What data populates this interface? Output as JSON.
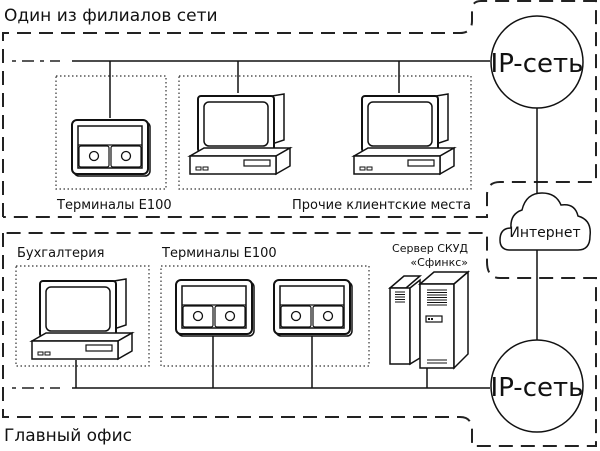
{
  "diagram": {
    "branch": {
      "title": "Один из филиалов сети",
      "groups": [
        {
          "label": "Терминалы E100",
          "devices": [
            "terminal"
          ]
        },
        {
          "label": "Прочие клиентские места",
          "devices": [
            "workstation",
            "workstation"
          ]
        }
      ],
      "network_node": "IP-сеть"
    },
    "internet": {
      "label": "Интернет"
    },
    "main_office": {
      "title": "Главный офис",
      "groups": [
        {
          "label": "Бухгалтерия",
          "devices": [
            "workstation"
          ]
        },
        {
          "label": "Терминалы E100",
          "devices": [
            "terminal",
            "terminal"
          ]
        },
        {
          "label_line1": "Сервер СКУД",
          "label_line2": "«Сфинкс»",
          "devices": [
            "server"
          ]
        }
      ],
      "network_node": "IP-сеть"
    }
  }
}
